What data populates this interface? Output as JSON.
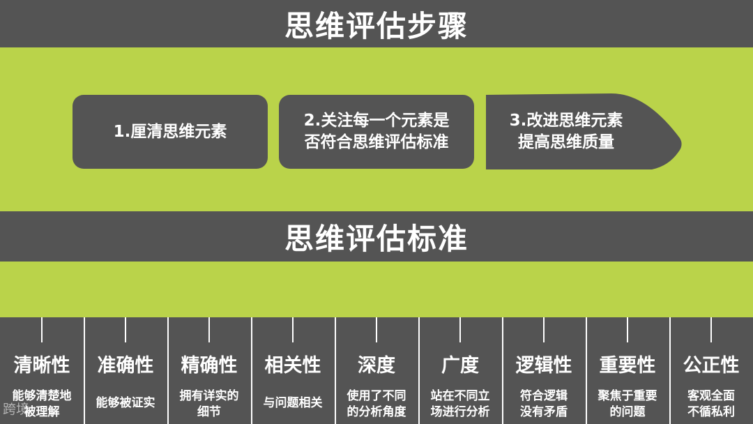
{
  "steps_section": {
    "title": "思维评估步骤",
    "steps": [
      {
        "lines": [
          "1.厘清思维元素"
        ]
      },
      {
        "lines": [
          "2.关注每一个元素是",
          "否符合思维评估标准"
        ]
      },
      {
        "lines": [
          "3.改进思维元素",
          "提高思维质量"
        ]
      }
    ]
  },
  "criteria_section": {
    "title": "思维评估标准",
    "items": [
      {
        "name": "清晰性",
        "desc": [
          "能够清楚地",
          "被理解"
        ]
      },
      {
        "name": "准确性",
        "desc": [
          "能够被证实"
        ]
      },
      {
        "name": "精确性",
        "desc": [
          "拥有详实的",
          "细节"
        ]
      },
      {
        "name": "相关性",
        "desc": [
          "与问题相关"
        ]
      },
      {
        "name": "深度",
        "desc": [
          "使用了不同",
          "的分析角度"
        ]
      },
      {
        "name": "广度",
        "desc": [
          "站在不同立",
          "场进行分析"
        ]
      },
      {
        "name": "逻辑性",
        "desc": [
          "符合逻辑",
          "没有矛盾"
        ]
      },
      {
        "name": "重要性",
        "desc": [
          "聚焦于重要",
          "的问题"
        ]
      },
      {
        "name": "公正性",
        "desc": [
          "客观全面",
          "不循私利"
        ]
      }
    ]
  },
  "watermark": "跨境",
  "colors": {
    "dark": "#545454",
    "accent_green": "#bad34a",
    "text": "#ffffff"
  }
}
